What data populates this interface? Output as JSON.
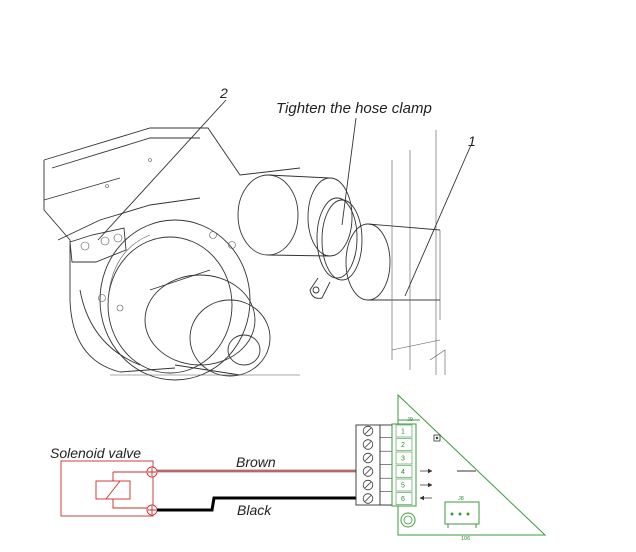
{
  "diagram": {
    "top_labels": {
      "callout_2": "2",
      "callout_1": "1",
      "instruction": "Tighten the hose clamp"
    },
    "wiring": {
      "component": "Solenoid valve",
      "wire_top": "Brown",
      "wire_bottom": "Black",
      "terminal_numbers": [
        "1",
        "2",
        "3",
        "4",
        "5",
        "6"
      ],
      "board_labels": {
        "header": "J9",
        "connector": "J8",
        "bottom": "106"
      }
    },
    "colors": {
      "wire_brown": "#c98a8a",
      "wire_black": "#000000",
      "solenoid_red": "#cc2b2b",
      "pcb_green": "#3c9a3c",
      "drawing": "#333333"
    }
  }
}
